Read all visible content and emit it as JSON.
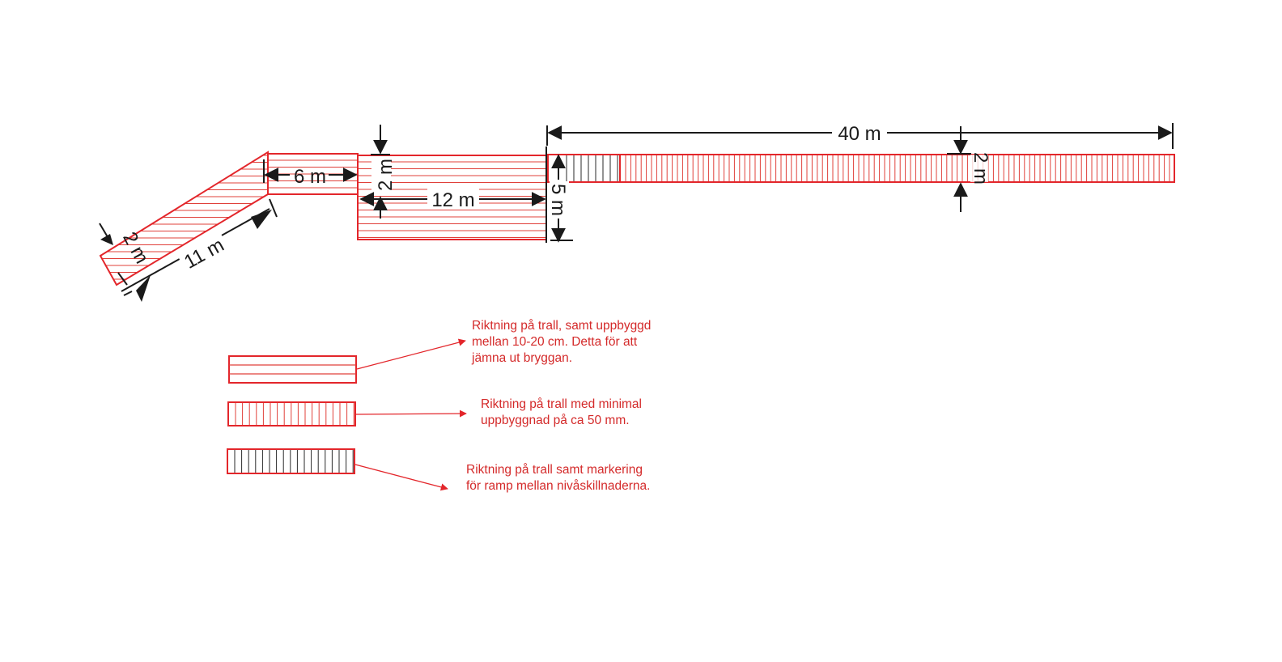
{
  "colors": {
    "plank_red": "#e0403a",
    "outline_red": "#e3262b",
    "hatch_dark": "#2a2a2a",
    "dimension_black": "#1a1a1a",
    "legend_text_red": "#d42a2a",
    "background": "#ffffff"
  },
  "dimensions": {
    "ramp_length": "11 m",
    "ramp_width": "2 m",
    "connector_length": "6 m",
    "platform_width": "2 m",
    "platform_length": "12 m",
    "step_height": "5 m",
    "pier_length": "40 m",
    "pier_width": "2 m"
  },
  "legend": [
    {
      "swatch": "horizontal-planks",
      "lines": [
        "Riktning på trall, samt uppbyggd",
        "mellan 10-20 cm. Detta för att",
        "jämna ut bryggan."
      ]
    },
    {
      "swatch": "vertical-planks-red",
      "lines": [
        "Riktning på trall med minimal",
        "uppbyggnad på ca 50 mm."
      ]
    },
    {
      "swatch": "vertical-planks-dark",
      "lines": [
        "Riktning på trall samt markering",
        "för ramp mellan nivåskillnaderna."
      ]
    }
  ]
}
